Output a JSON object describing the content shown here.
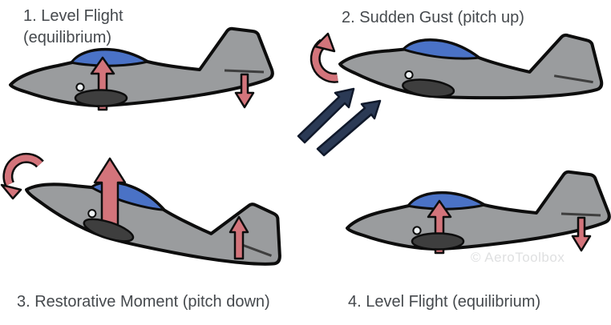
{
  "diagram": {
    "watermark": "© AeroToolbox"
  },
  "panels": [
    {
      "id": 1,
      "label": "1. Level Flight (equilibrium)",
      "label_line1": "1. Level Flight",
      "label_line2": "(equilibrium)",
      "aircraft_attitude": "level",
      "annotations": [
        "wing-lift-up-arrow",
        "tailplane-downforce-arrow"
      ]
    },
    {
      "id": 2,
      "label": "2. Sudden Gust (pitch up)",
      "aircraft_attitude": "slightly pitched up",
      "annotations": [
        "pitch-up-moment-curved-arrow",
        "gust-arrow",
        "gust-arrow"
      ]
    },
    {
      "id": 3,
      "label": "3. Restorative Moment (pitch down)",
      "aircraft_attitude": "pitched up",
      "annotations": [
        "pitch-down-moment-curved-arrow",
        "increased-wing-lift-up-arrow",
        "tailplane-lift-up-arrow"
      ]
    },
    {
      "id": 4,
      "label": "4. Level Flight (equilibrium)",
      "aircraft_attitude": "level",
      "annotations": [
        "wing-lift-up-arrow",
        "tailplane-downforce-arrow"
      ]
    }
  ],
  "colors": {
    "background": "#ffffff",
    "aircraft_body": "#9a9c9e",
    "aircraft_outline": "#0d0d0d",
    "canopy": "#4a72c6",
    "wing": "#3e3e3e",
    "force_arrow": "#d3747b",
    "gust_arrow": "#2b3a55",
    "label_text": "#45494d",
    "watermark_text": "#dfe0e1"
  }
}
